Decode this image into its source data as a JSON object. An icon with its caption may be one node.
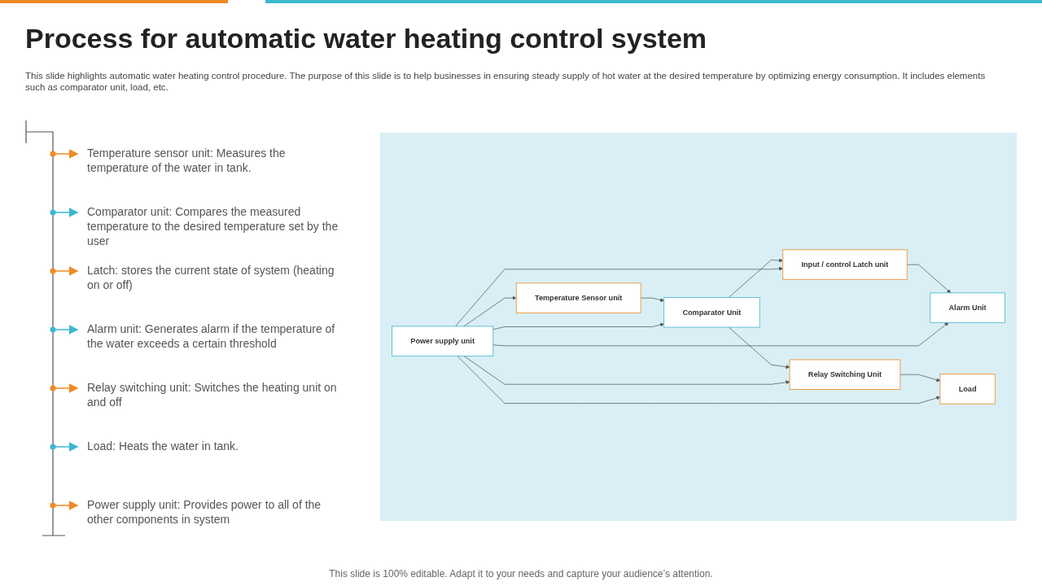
{
  "diagram": {
    "title": "Process for automatic water heating control system",
    "nodes": [
      {
        "text": [
          "Temperature Sensor unit"
        ]
      },
      {
        "text": [
          "Comparator Unit"
        ]
      },
      {
        "text": [
          "Input / control Latch unit"
        ]
      },
      {
        "text": [
          "Alarm Unit"
        ]
      },
      {
        "text": [
          "Relay Switching Unit"
        ]
      },
      {
        "text": [
          "Load"
        ]
      },
      {
        "text": [
          "Power supply unit"
        ]
      }
    ],
    "edges": [
      {
        "from": 0,
        "to": 1,
        "arrow": "to"
      },
      {
        "from": 1,
        "to": 2,
        "arrow": "to"
      },
      {
        "from": 2,
        "to": 3,
        "arrow": "to"
      },
      {
        "from": 1,
        "to": 4,
        "arrow": "to"
      },
      {
        "from": 4,
        "to": 5,
        "arrow": "to"
      },
      {
        "from": 6,
        "to": 0,
        "arrow": "to"
      },
      {
        "from": 6,
        "to": 1,
        "arrow": "to"
      },
      {
        "from": 6,
        "to": 2,
        "arrow": "to"
      },
      {
        "from": 6,
        "to": 4,
        "arrow": "to"
      },
      {
        "from": 6,
        "to": 5,
        "arrow": "to"
      },
      {
        "from": 6,
        "to": 3,
        "arrow": "to"
      }
    ],
    "labels": [
      "This slide highlights automatic water heating control procedure. The purpose of this slide is to help businesses in ensuring steady supply of hot water at the desired temperature by optimizing energy consumption. It includes elements such as comparator unit, load, etc.",
      "Temperature sensor unit: Measures the temperature of the water in tank.",
      "Comparator unit: Compares the measured temperature to the desired temperature set by the user",
      "Latch: stores the current state of system (heating on or off)",
      "Alarm unit: Generates alarm if the temperature of the water exceeds a certain threshold",
      "Relay switching unit: Switches the heating unit on and off",
      "Load: Heats the water in tank.",
      "Power supply unit: Provides power to all of the other components in system",
      "This slide is 100% editable. Adapt it to your needs and capture your audience’s attention."
    ]
  }
}
